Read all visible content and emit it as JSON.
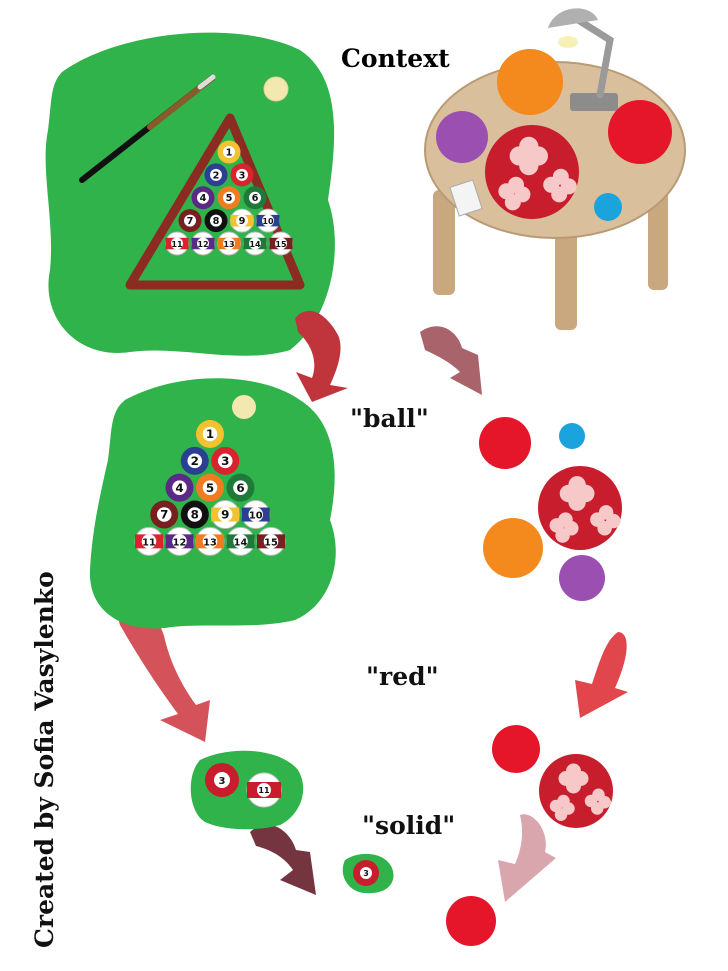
{
  "labels": {
    "context": "Context",
    "ball": "\"ball\"",
    "red": "\"red\"",
    "solid": "\"solid\"",
    "credit": "Created by Sofia Vasylenko"
  },
  "balls": {
    "rack_large": [
      "1",
      "2",
      "3",
      "4",
      "5",
      "6",
      "7",
      "8",
      "9",
      "10",
      "11",
      "12",
      "13",
      "14",
      "15"
    ],
    "rack_medium": [
      "1",
      "2",
      "3",
      "4",
      "5",
      "6",
      "7",
      "8",
      "9",
      "10",
      "11",
      "12",
      "13",
      "14",
      "15"
    ],
    "red_group": [
      "3",
      "11"
    ],
    "solid_group": [
      "3"
    ]
  },
  "colors": {
    "felt": "#2fb34a",
    "arrow_left": "#c0343c",
    "arrow_right": "#a8646a",
    "red_ball": "#e5162a",
    "orange_ball": "#f4891e",
    "purple_ball": "#9b4fb0",
    "blue_ball": "#1aa3dc",
    "flower_ball": "#c81d2c",
    "table_wood": "#d2b48c"
  }
}
